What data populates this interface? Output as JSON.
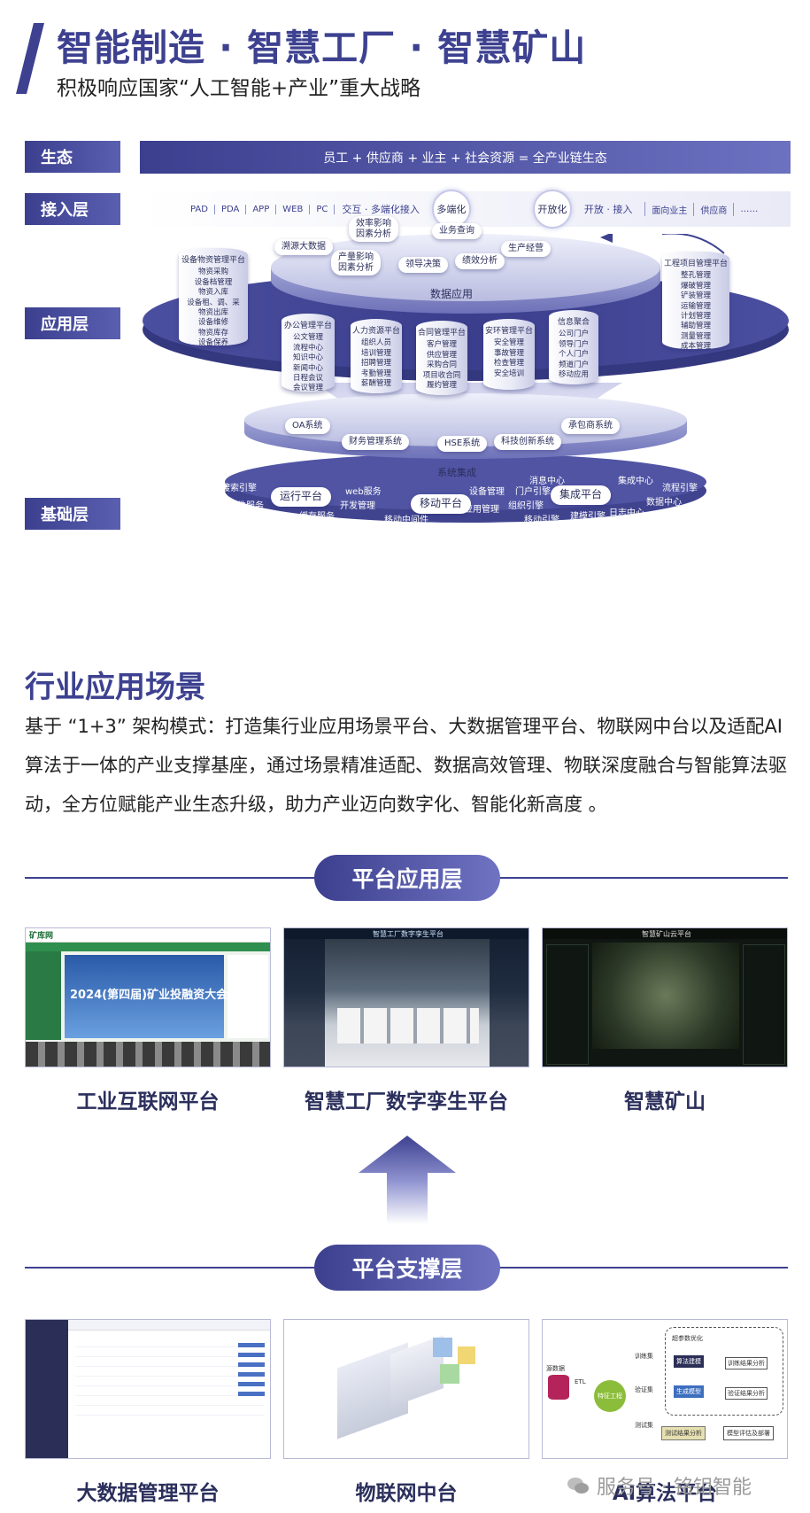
{
  "header": {
    "title": "智能制造 · 智慧工厂 · 智慧矿山",
    "subtitle": "积极响应国家“人工智能+产业”重大战略"
  },
  "layers": {
    "ecology": "生态",
    "access": "接入层",
    "application": "应用层",
    "foundation": "基础层"
  },
  "ecology_bar": "员工 + 供应商 + 业主 + 社会资源 = 全产业链生态",
  "access_bar": {
    "devices": [
      "PAD",
      "PDA",
      "APP",
      "WEB",
      "PC"
    ],
    "interaction": "交互 · 多端化接入",
    "multi_end": "多端化",
    "open": "开放化",
    "open_access": "开放 · 接入",
    "partners": [
      "面向业主",
      "供应商",
      "……"
    ]
  },
  "diagram": {
    "top_disc": [
      "效率影响\n因素分析",
      "业务查询",
      "溯源大数据",
      "生产经营",
      "产量影响\n因素分析",
      "领导决策",
      "绩效分析"
    ],
    "data_app": "数据应用",
    "left_cyl": {
      "title": "设备物资管理平台",
      "items": [
        "物资采购",
        "设备档管理",
        "物资入库",
        "设备租、调、采",
        "物资出库",
        "设备维修",
        "物资库存",
        "设备保养"
      ]
    },
    "right_cyl": {
      "title": "工程项目管理平台",
      "items": [
        "整孔管理",
        "爆破管理",
        "铲装管理",
        "运输管理",
        "计划管理",
        "辅助管理",
        "测量管理",
        "成本管理"
      ]
    },
    "mid_cyls": [
      {
        "title": "办公管理平台",
        "items": [
          "公文管理",
          "流程中心",
          "知识中心",
          "新闻中心",
          "日程会议",
          "会议管理"
        ]
      },
      {
        "title": "人力资源平台",
        "items": [
          "组织人员",
          "培训管理",
          "招聘管理",
          "考勤管理",
          "薪酬管理"
        ]
      },
      {
        "title": "合同管理平台",
        "items": [
          "客户管理",
          "供应管理",
          "采购合同",
          "项目收合同",
          "履约管理"
        ]
      },
      {
        "title": "安环管理平台",
        "items": [
          "安全管理",
          "事故管理",
          "检查管理",
          "安全培训"
        ]
      },
      {
        "title": "信息聚合",
        "items": [
          "公司门户",
          "领导门户",
          "个人门户",
          "频道门户",
          "移动应用"
        ]
      }
    ],
    "mid_disc": [
      "OA系统",
      "财务管理系统",
      "HSE系统",
      "科技创新系统",
      "承包商系统"
    ],
    "sys_integration": "系统集成",
    "base_big": [
      "运行平台",
      "移动平台",
      "集成平台"
    ],
    "base_small": [
      "搜索引擎",
      "文件服务",
      "web服务",
      "开发管理",
      "缓存服务",
      "移动中间件",
      "设备管理",
      "应用管理",
      "门户引擎",
      "组织引擎",
      "消息中心",
      "移动引擎",
      "建模引擎",
      "集成中心",
      "日志中心",
      "流程引擎",
      "数据中心"
    ]
  },
  "section": {
    "title": "行业应用场景",
    "paragraph": "基于 “1+3” 架构模式：打造集行业应用场景平台、大数据管理平台、物联网中台以及适配AI算法于一体的产业支撑基座，通过场景精准适配、数据高效管理、物联深度融合与智能算法驱动，全方位赋能产业生态升级，助力产业迈向数字化、智能化新高度 。"
  },
  "platform_app_layer": {
    "label": "平台应用层",
    "cards": [
      {
        "caption": "工业互联网平台",
        "screen_logo": "矿库网",
        "screen_banner": "2024(第四届)矿业投融资大会"
      },
      {
        "caption": "智慧工厂数字孪生平台",
        "screen_title": "智慧工厂数字孪生平台"
      },
      {
        "caption": "智慧矿山",
        "screen_title": "智慧矿山云平台"
      }
    ]
  },
  "platform_support_layer": {
    "label": "平台支撑层",
    "cards": [
      {
        "caption": "大数据管理平台"
      },
      {
        "caption": "物联网中台"
      },
      {
        "caption": "AI算法平台",
        "flow": [
          "源数据",
          "ETL",
          "特征工程",
          "训练集",
          "验证集",
          "测试集",
          "超参数优化",
          "算法建模",
          "生成模型",
          "训练结果分析",
          "验证结果分析",
          "测试结果分析",
          "模型评估及部署"
        ]
      }
    ]
  },
  "watermark": "服务号 · 铭钼智能",
  "colors": {
    "primary": "#3d4190",
    "accent": "#6f73c2",
    "text": "#222222"
  }
}
